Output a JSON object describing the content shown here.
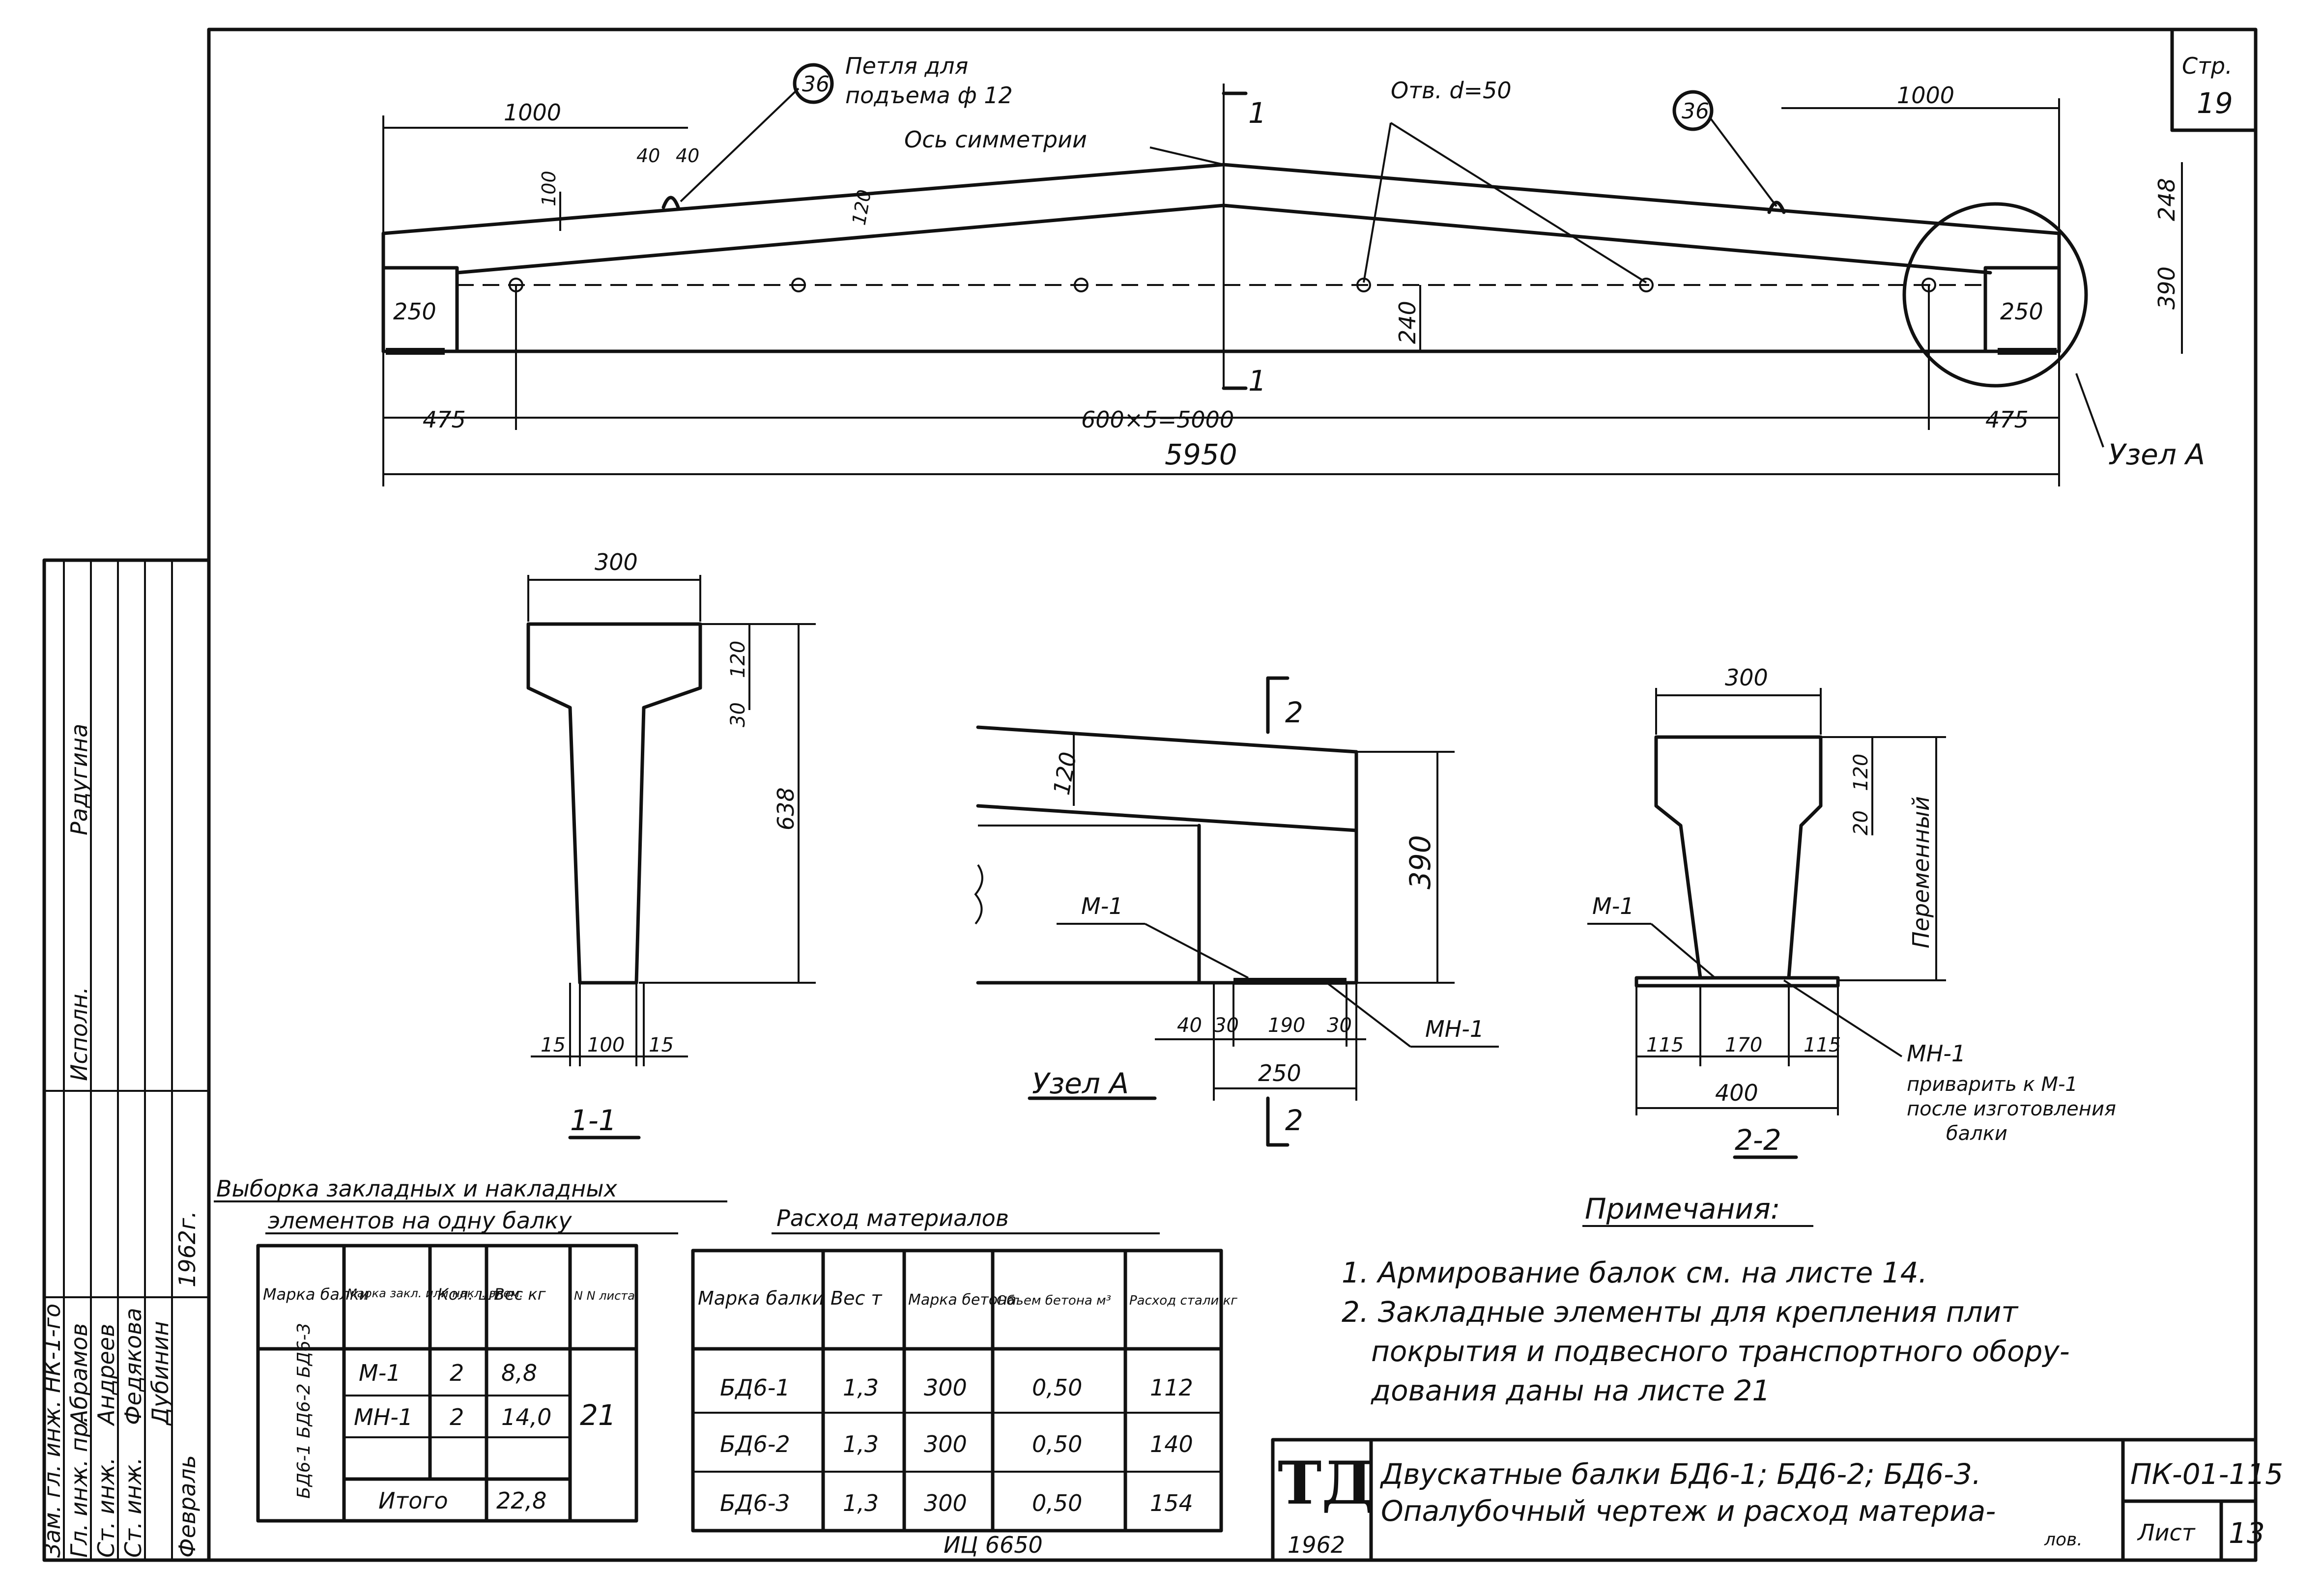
{
  "sheet": {
    "page_label": "Стр.",
    "page_number": "19",
    "code": "ПК-01-115",
    "list_label": "Лист",
    "list_number": "13",
    "logo": "ТД",
    "year": "1962",
    "title_line1": "Двускатные балки БД6-1; БД6-2; БД6-3.",
    "title_line2": "Опалубочный чертеж и расход материа-",
    "title_line3": "лов.",
    "inv_number": "ИЦ 6650"
  },
  "elevation": {
    "loop_label_1": "Петля для",
    "loop_label_2": "подъема ф 12",
    "loop_mark_left": "36",
    "loop_mark_right": "36",
    "axis_label": "Ось симметрии",
    "hole_label": "Отв. d=50",
    "dim_1000_left": "1000",
    "dim_1000_right": "1000",
    "dim_40a": "40",
    "dim_40b": "40",
    "dim_100": "100",
    "dim_120": "120",
    "dim_248": "248",
    "dim_390": "390",
    "dim_240": "240",
    "dim_250_left": "250",
    "dim_250_right": "250",
    "dim_475_left": "475",
    "dim_475_right": "475",
    "dim_600x5": "600×5=5000",
    "dim_5950": "5950",
    "section_1_top": "1",
    "section_1_bottom": "1",
    "node_label": "Узел А"
  },
  "section_1": {
    "dim_300": "300",
    "dim_120": "120",
    "dim_30": "30",
    "dim_638": "638",
    "dim_15a": "15",
    "dim_100": "100",
    "dim_15b": "15",
    "caption": "1-1"
  },
  "node_a": {
    "dim_120": "120",
    "dim_390": "390",
    "label_m1": "М-1",
    "label_mn1": "МН-1",
    "dim_40": "40",
    "dim_30a": "30",
    "dim_190": "190",
    "dim_30b": "30",
    "dim_250": "250",
    "caption": "Узел А",
    "section_2_top": "2",
    "section_2_bottom": "2"
  },
  "section_2": {
    "dim_300": "300",
    "dim_120": "120",
    "dim_20": "20",
    "dim_var": "Переменный",
    "label_m1": "М-1",
    "label_mn1": "МН-1",
    "note_1": "приварить к М-1",
    "note_2": "после изготовления",
    "note_3": "балки",
    "dim_115a": "115",
    "dim_170": "170",
    "dim_115b": "115",
    "dim_400": "400",
    "caption": "2-2"
  },
  "embedded_table": {
    "title_1": "Выборка закладных и накладных",
    "title_2": "элементов на одну балку",
    "headers": [
      "Марка балки",
      "Марка закл. или накл. элем.",
      "Кол. шт",
      "Вес кг",
      "N N листа"
    ],
    "beam_marks": "БД6-1 БД6-2 БД6-3",
    "rows": [
      {
        "mark": "М-1",
        "qty": "2",
        "weight": "8,8"
      },
      {
        "mark": "МН-1",
        "qty": "2",
        "weight": "14,0"
      }
    ],
    "sheet_ref": "21",
    "total_label": "Итого",
    "total_weight": "22,8"
  },
  "materials_table": {
    "title": "Расход материалов",
    "headers": [
      "Марка балки",
      "Вес т",
      "Марка бетона",
      "Объем бетона м³",
      "Расход стали кг"
    ],
    "rows": [
      {
        "mark": "БД6-1",
        "weight": "1,3",
        "concrete": "300",
        "volume": "0,50",
        "steel": "112"
      },
      {
        "mark": "БД6-2",
        "weight": "1,3",
        "concrete": "300",
        "volume": "0,50",
        "steel": "140"
      },
      {
        "mark": "БД6-3",
        "weight": "1,3",
        "concrete": "300",
        "volume": "0,50",
        "steel": "154"
      }
    ]
  },
  "notes": {
    "title": "Примечания:",
    "line1": "1. Армирование балок см. на листе 14.",
    "line2": "2. Закладные элементы для крепления плит",
    "line3": "покрытия и подвесного транспортного обору-",
    "line4": "дования даны на листе 21"
  },
  "stamp": {
    "col1": "Зам. гл. инж. НК-1-го",
    "col2": "Гл. инж. пр.",
    "col3": "Ст. инж.",
    "col4": "Ст. инж.",
    "name1": "Абрамов",
    "name2": "Андреев",
    "name3": "Федякова",
    "name4": "Дубинин",
    "role": "Исполн.",
    "worker": "Радугина",
    "date_month": "Февраль",
    "date_year": "1962г."
  }
}
